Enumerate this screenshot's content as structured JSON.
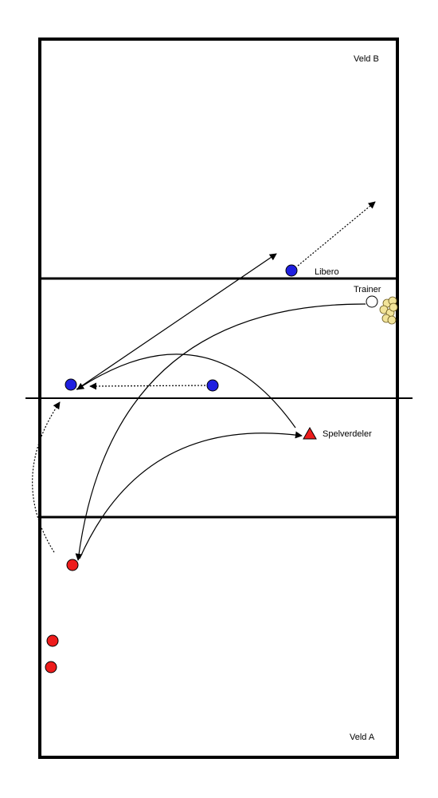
{
  "labels": {
    "field_top": "Veld B",
    "field_bottom": "Veld A",
    "libero": "Libero",
    "trainer": "Trainer",
    "setter": "Spelverdeler"
  },
  "colors": {
    "line": "#000000",
    "team_b": "#1f1fe0",
    "team_a": "#ee1c1c",
    "trainer": "#ffffff",
    "ball": "#f2e49a"
  },
  "icons": {
    "player": "circle",
    "setter": "triangle",
    "balls": "volleyball-cluster"
  }
}
